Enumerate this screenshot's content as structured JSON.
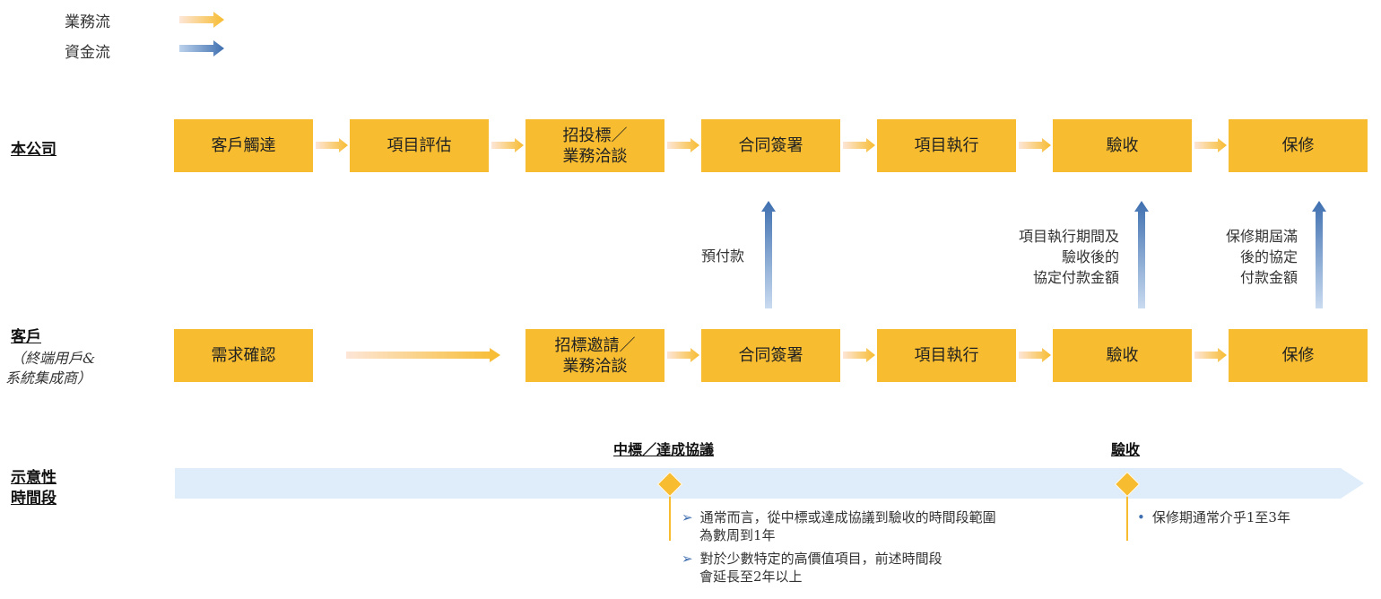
{
  "legend": {
    "business_flow": "業務流",
    "capital_flow": "資金流"
  },
  "lanes": {
    "company": "本公司",
    "client": "客戶",
    "client_sub_1": "（終端用戶&",
    "client_sub_2": "系統集成商）",
    "timeline_1": "示意性",
    "timeline_2": "時間段"
  },
  "company_steps": [
    [
      "客戶觸達"
    ],
    [
      "項目評估"
    ],
    [
      "招投標／",
      "業務洽談"
    ],
    [
      "合同簽署"
    ],
    [
      "項目執行"
    ],
    [
      "驗收"
    ],
    [
      "保修"
    ]
  ],
  "client_steps": [
    [
      "需求確認"
    ],
    [
      "招標邀請／",
      "業務洽談"
    ],
    [
      "合同簽署"
    ],
    [
      "項目執行"
    ],
    [
      "驗收"
    ],
    [
      "保修"
    ]
  ],
  "payments": [
    [
      "預付款"
    ],
    [
      "項目執行期間及",
      "驗收後的",
      "協定付款金額"
    ],
    [
      "保修期屆滿",
      "後的協定",
      "付款金額"
    ]
  ],
  "milestones": {
    "bid": "中標／達成協議",
    "acceptance": "驗收"
  },
  "notes_bid": [
    [
      "通常而言，從中標或達成協議到驗收的時間段範圍",
      "為數周到1年"
    ],
    [
      "對於少數特定的高價值項目，前述時間段",
      "會延長至2年以上"
    ]
  ],
  "notes_acceptance": [
    [
      "保修期通常介乎1至3年"
    ]
  ],
  "colors": {
    "box": "#f7bc2f",
    "business_arrow": "#f7bc2f",
    "capital_arrow": "#4a7cc0",
    "timeline": "#deedf9"
  }
}
